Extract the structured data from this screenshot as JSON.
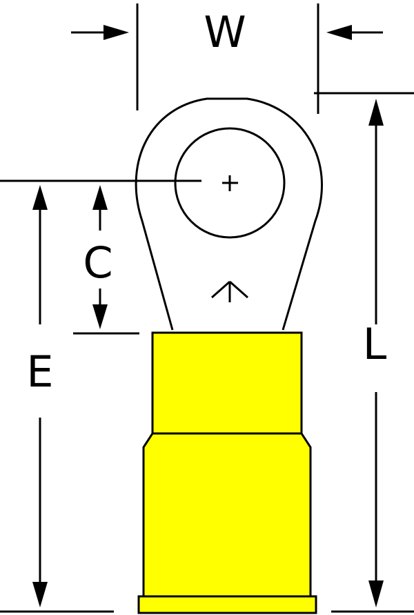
{
  "diagram": {
    "labels": {
      "width": "W",
      "length": "L",
      "center": "C",
      "edge": "E"
    },
    "colors": {
      "insulation": "#FFFF00",
      "outline": "#000000",
      "background": "#FFFFFF"
    }
  }
}
